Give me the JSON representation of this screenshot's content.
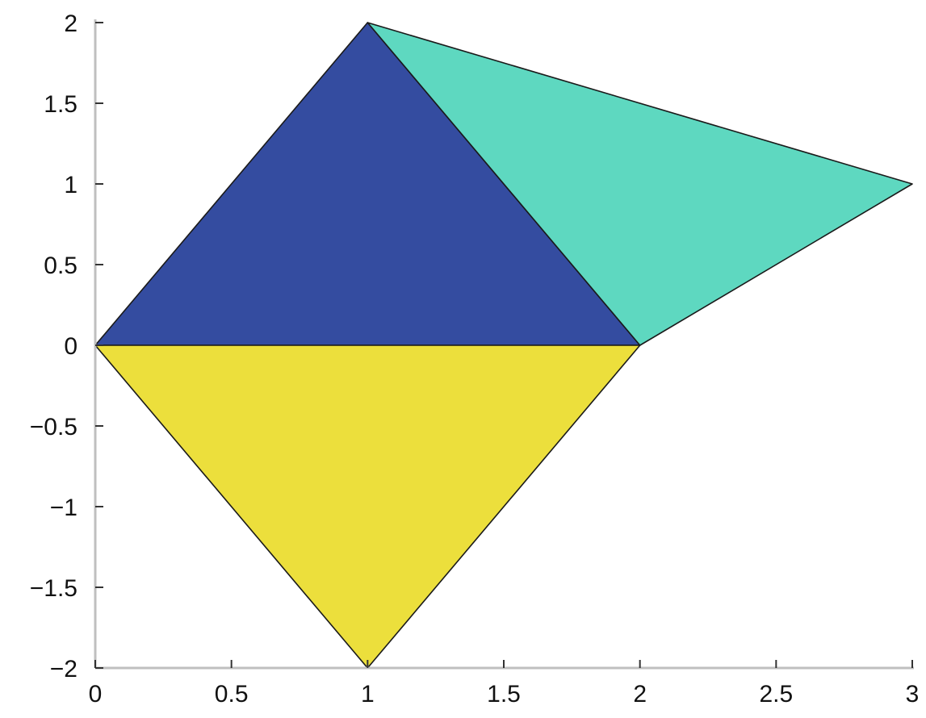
{
  "chart_data": {
    "type": "patch",
    "title": "",
    "xlabel": "",
    "ylabel": "",
    "xlim": [
      0,
      3
    ],
    "ylim": [
      -2,
      2
    ],
    "grid": false,
    "legend": "none",
    "xticks": [
      0,
      0.5,
      1,
      1.5,
      2,
      2.5,
      3
    ],
    "xtick_labels": [
      "0",
      "0.5",
      "1",
      "1.5",
      "2",
      "2.5",
      "3"
    ],
    "yticks": [
      2,
      1.5,
      1,
      0.5,
      0,
      -0.5,
      -1,
      -1.5,
      -2
    ],
    "ytick_labels": [
      "2",
      "1.5",
      "1",
      "0.5",
      "0",
      "−0.5",
      "−1",
      "−1.5",
      "−2"
    ],
    "polygons": [
      {
        "vertices": [
          [
            0,
            0
          ],
          [
            1,
            2
          ],
          [
            2,
            0
          ]
        ],
        "color": "#344ca0"
      },
      {
        "vertices": [
          [
            1,
            2
          ],
          [
            3,
            1
          ],
          [
            2,
            0
          ]
        ],
        "color": "#5ed8c0"
      },
      {
        "vertices": [
          [
            0,
            0
          ],
          [
            2,
            0
          ],
          [
            1,
            -2
          ]
        ],
        "color": "#ecdf3c"
      }
    ]
  }
}
